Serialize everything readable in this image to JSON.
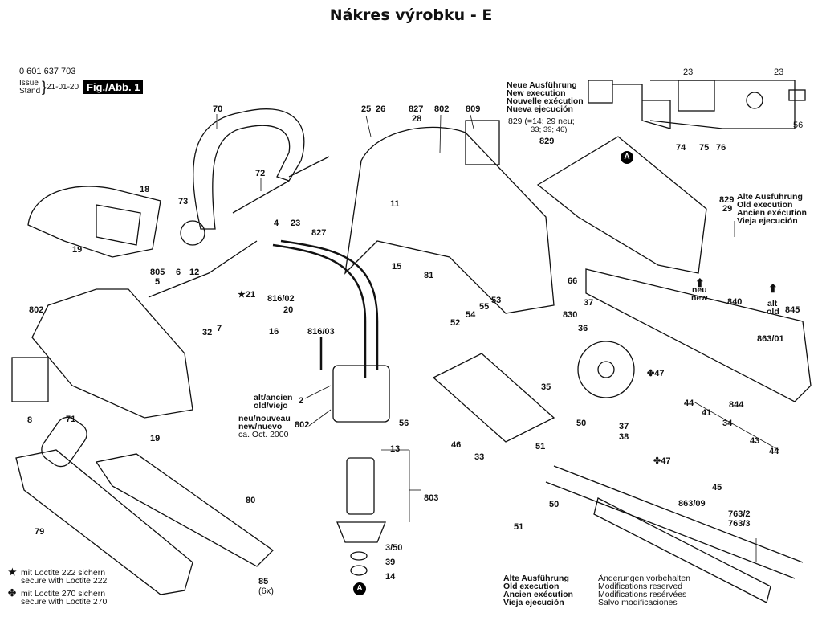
{
  "title": "Nákres výrobku - E",
  "header": {
    "part_number": "0 601 637 703",
    "issue_label_1": "Issue",
    "issue_label_2": "Stand",
    "issue_date": "21-01-20",
    "figure_label": "Fig./Abb. 1"
  },
  "new_execution": {
    "lines": [
      "Neue Ausführung",
      "New execution",
      "Nouvelle exécution",
      "Nueva ejecución"
    ],
    "note_829": "829 (=14; 29 neu;",
    "note_829_b": "33; 39; 46)"
  },
  "old_execution_top": {
    "parts": [
      "829",
      "29"
    ],
    "lines": [
      "Alte Ausführung",
      "Old execution",
      "Ancien exécution",
      "Vieja ejecución"
    ]
  },
  "old_execution_bottom": {
    "lines": [
      "Alte Ausführung",
      "Old execution",
      "Ancien exécution",
      "Vieja ejecución"
    ]
  },
  "modifications": [
    "Änderungen vorbehalten",
    "Modifications reserved",
    "Modifications resérvées",
    "Salvo modificaciones"
  ],
  "legend": {
    "star_1": "mit Loctite 222 sichern",
    "star_2": "secure with Loctite 222",
    "cross_1": "mit Loctite 270 sichern",
    "cross_2": "secure with Loctite 270"
  },
  "stator_note": {
    "old": "alt/ancien",
    "old_2": "old/viejo",
    "old_part": "2",
    "new": "neu/nouveau",
    "new_2": "new/nuevo",
    "new_3": "ca. Oct. 2000",
    "new_part": "802"
  },
  "arrows": {
    "new_1": "neu",
    "new_2": "new",
    "old_1": "alt",
    "old_2": "old"
  },
  "callout_marker": "A",
  "part_labels": [
    {
      "id": "70",
      "text": "70"
    },
    {
      "id": "72",
      "text": "72"
    },
    {
      "id": "73",
      "text": "73"
    },
    {
      "id": "18",
      "text": "18"
    },
    {
      "id": "19a",
      "text": "19"
    },
    {
      "id": "25",
      "text": "25"
    },
    {
      "id": "26",
      "text": "26"
    },
    {
      "id": "827a",
      "text": "827"
    },
    {
      "id": "28",
      "text": "28"
    },
    {
      "id": "802a",
      "text": "802"
    },
    {
      "id": "809",
      "text": "809"
    },
    {
      "id": "11",
      "text": "11"
    },
    {
      "id": "4",
      "text": "4"
    },
    {
      "id": "23a",
      "text": "23"
    },
    {
      "id": "827b",
      "text": "827"
    },
    {
      "id": "805",
      "text": "805"
    },
    {
      "id": "5",
      "text": "5"
    },
    {
      "id": "6",
      "text": "6"
    },
    {
      "id": "12",
      "text": "12"
    },
    {
      "id": "21",
      "text": "★21"
    },
    {
      "id": "816_02",
      "text": "816/02"
    },
    {
      "id": "20",
      "text": "20"
    },
    {
      "id": "16",
      "text": "16"
    },
    {
      "id": "816_03",
      "text": "816/03"
    },
    {
      "id": "32",
      "text": "32"
    },
    {
      "id": "7",
      "text": "7"
    },
    {
      "id": "802b",
      "text": "802"
    },
    {
      "id": "15",
      "text": "15"
    },
    {
      "id": "81",
      "text": "81"
    },
    {
      "id": "8",
      "text": "8"
    },
    {
      "id": "71",
      "text": "71"
    },
    {
      "id": "19b",
      "text": "19"
    },
    {
      "id": "79",
      "text": "79"
    },
    {
      "id": "80",
      "text": "80"
    },
    {
      "id": "85",
      "text": "85"
    },
    {
      "id": "85x",
      "text": "(6x)"
    },
    {
      "id": "13",
      "text": "13"
    },
    {
      "id": "803",
      "text": "803"
    },
    {
      "id": "3_50",
      "text": "3/50"
    },
    {
      "id": "39",
      "text": "39"
    },
    {
      "id": "14",
      "text": "14"
    },
    {
      "id": "56a",
      "text": "56"
    },
    {
      "id": "52",
      "text": "52"
    },
    {
      "id": "54",
      "text": "54"
    },
    {
      "id": "55",
      "text": "55"
    },
    {
      "id": "53",
      "text": "53"
    },
    {
      "id": "46",
      "text": "46"
    },
    {
      "id": "33",
      "text": "33"
    },
    {
      "id": "35",
      "text": "35"
    },
    {
      "id": "829a",
      "text": "829"
    },
    {
      "id": "74",
      "text": "74"
    },
    {
      "id": "75",
      "text": "75"
    },
    {
      "id": "76",
      "text": "76"
    },
    {
      "id": "66",
      "text": "66"
    },
    {
      "id": "840",
      "text": "840"
    },
    {
      "id": "845",
      "text": "845"
    },
    {
      "id": "37a",
      "text": "37"
    },
    {
      "id": "830",
      "text": "830"
    },
    {
      "id": "36",
      "text": "36"
    },
    {
      "id": "863_01",
      "text": "863/01"
    },
    {
      "id": "47a",
      "text": "✤47"
    },
    {
      "id": "44a",
      "text": "44"
    },
    {
      "id": "41",
      "text": "41"
    },
    {
      "id": "844",
      "text": "844"
    },
    {
      "id": "34",
      "text": "34"
    },
    {
      "id": "43",
      "text": "43"
    },
    {
      "id": "44b",
      "text": "44"
    },
    {
      "id": "50a",
      "text": "50"
    },
    {
      "id": "37b",
      "text": "37"
    },
    {
      "id": "38",
      "text": "38"
    },
    {
      "id": "47b",
      "text": "✤47"
    },
    {
      "id": "45",
      "text": "45"
    },
    {
      "id": "51a",
      "text": "51"
    },
    {
      "id": "863_09",
      "text": "863/09"
    },
    {
      "id": "763_2",
      "text": "763/2"
    },
    {
      "id": "763_3",
      "text": "763/3"
    },
    {
      "id": "51b",
      "text": "51"
    },
    {
      "id": "50b",
      "text": "50"
    },
    {
      "id": "23b",
      "text": "23"
    },
    {
      "id": "23c",
      "text": "23"
    },
    {
      "id": "56b",
      "text": "56"
    },
    {
      "id": "829b",
      "text": "829"
    }
  ]
}
